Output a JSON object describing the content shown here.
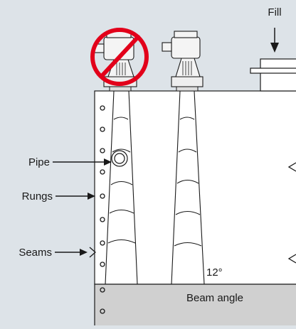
{
  "labels": {
    "fill": "Fill",
    "pipe": "Pipe",
    "rungs": "Rungs",
    "seams": "Seams",
    "angle": "12°",
    "beam_angle": "Beam angle"
  },
  "colors": {
    "background": "#dde3e8",
    "tank": "#ffffff",
    "product": "#d0d0d0",
    "stroke": "#1a1a1a",
    "prohibited": "#e2001a"
  },
  "icons": {
    "prohibited": "no-entry-icon",
    "device": "radar-transmitter-icon"
  }
}
